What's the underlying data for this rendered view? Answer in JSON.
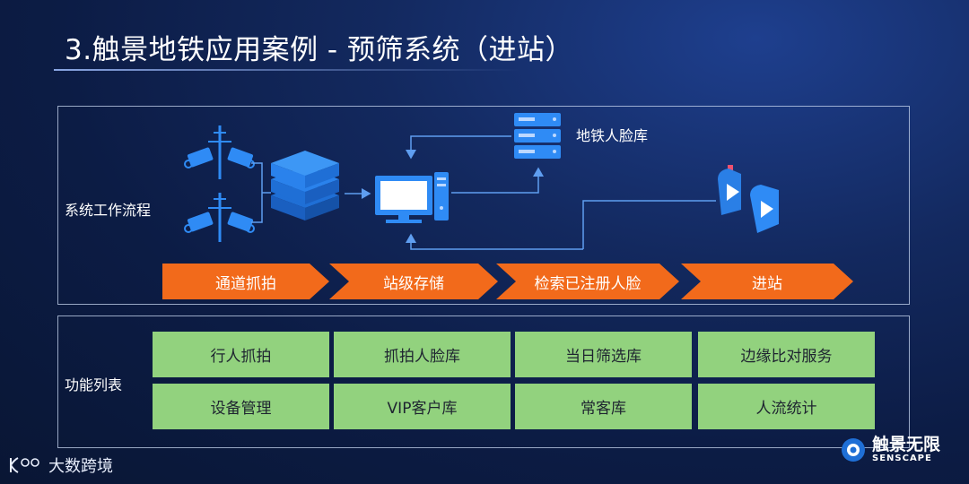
{
  "title": "3.触景地铁应用案例 - 预筛系统（进站）",
  "workflow": {
    "label": "系统工作流程",
    "database_label": "地铁人脸库",
    "steps": [
      "通道抓拍",
      "站级存储",
      "检索已注册人脸",
      "进站"
    ]
  },
  "features": {
    "label": "功能列表",
    "items": [
      "行人抓拍",
      "抓拍人脸库",
      "当日筛选库",
      "边缘比对服务",
      "设备管理",
      "VIP客户库",
      "常客库",
      "人流统计"
    ]
  },
  "footer": {
    "watermark_text": "大数跨境",
    "brand_cn": "触景无限",
    "brand_en": "SENSCAPE"
  },
  "colors": {
    "step_orange": "#f26a1b",
    "feature_green": "#92d27e",
    "icon_blue": "#2f8bf5",
    "line_blue": "#5f9ef0"
  }
}
